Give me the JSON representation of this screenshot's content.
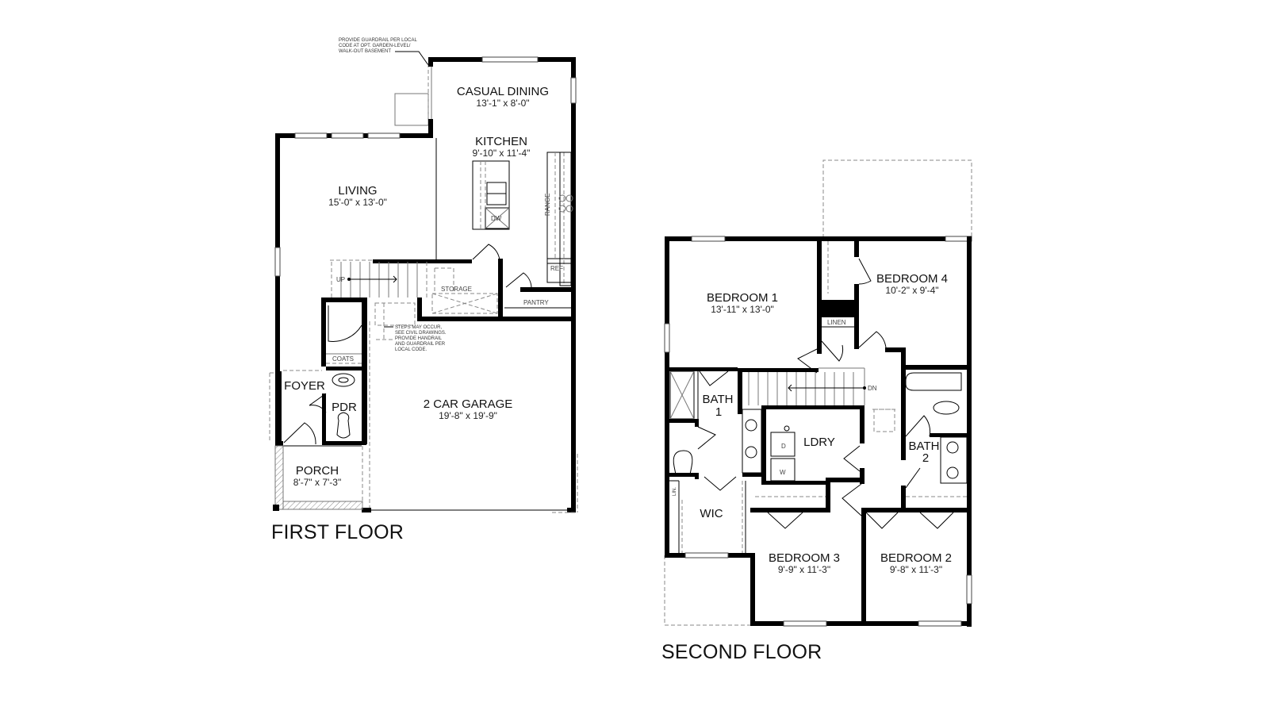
{
  "first_floor": {
    "title": "FIRST FLOOR",
    "note_guardrail": [
      "PROVIDE GUARDRAIL PER LOCAL",
      "CODE AT OPT. GARDEN-LEVEL/",
      "WALK-OUT BASEMENT"
    ],
    "note_steps": [
      "STEPS MAY OCCUR,",
      "SEE CIVIL DRAWINGS.",
      "PROVIDE HANDRAIL",
      "AND GUARDRAIL PER",
      "LOCAL CODE."
    ],
    "rooms": {
      "casual_dining": {
        "name": "CASUAL DINING",
        "dims": "13'-1\" x 8'-0\""
      },
      "kitchen": {
        "name": "KITCHEN",
        "dims": "9'-10\" x 11'-4\""
      },
      "living": {
        "name": "LIVING",
        "dims": "15'-0\" x 13'-0\""
      },
      "garage": {
        "name": "2 CAR GARAGE",
        "dims": "19'-8\" x 19'-9\""
      },
      "porch": {
        "name": "PORCH",
        "dims": "8'-7\" x 7'-3\""
      },
      "foyer": {
        "name": "FOYER"
      },
      "pdr": {
        "name": "PDR"
      }
    },
    "labels": {
      "up": "UP",
      "storage": "STORAGE",
      "pantry": "PANTRY",
      "coats": "COATS",
      "range": "RANGE",
      "ref": "REF",
      "dw": "DW"
    }
  },
  "second_floor": {
    "title": "SECOND FLOOR",
    "rooms": {
      "bedroom1": {
        "name": "BEDROOM 1",
        "dims": "13'-11\" x 13'-0\""
      },
      "bedroom2": {
        "name": "BEDROOM 2",
        "dims": "9'-8\" x 11'-3\""
      },
      "bedroom3": {
        "name": "BEDROOM 3",
        "dims": "9'-9\" x 11'-3\""
      },
      "bedroom4": {
        "name": "BEDROOM 4",
        "dims": "10'-2\" x 9'-4\""
      },
      "bath1": {
        "name_line1": "BATH",
        "name_line2": "1"
      },
      "bath2": {
        "name_line1": "BATH",
        "name_line2": "2"
      },
      "ldry": {
        "name": "LDRY"
      },
      "wic": {
        "name": "WIC"
      }
    },
    "labels": {
      "dn": "DN",
      "linen": "LINEN",
      "lin": "LIN.",
      "dryer": "D",
      "washer": "W"
    }
  }
}
